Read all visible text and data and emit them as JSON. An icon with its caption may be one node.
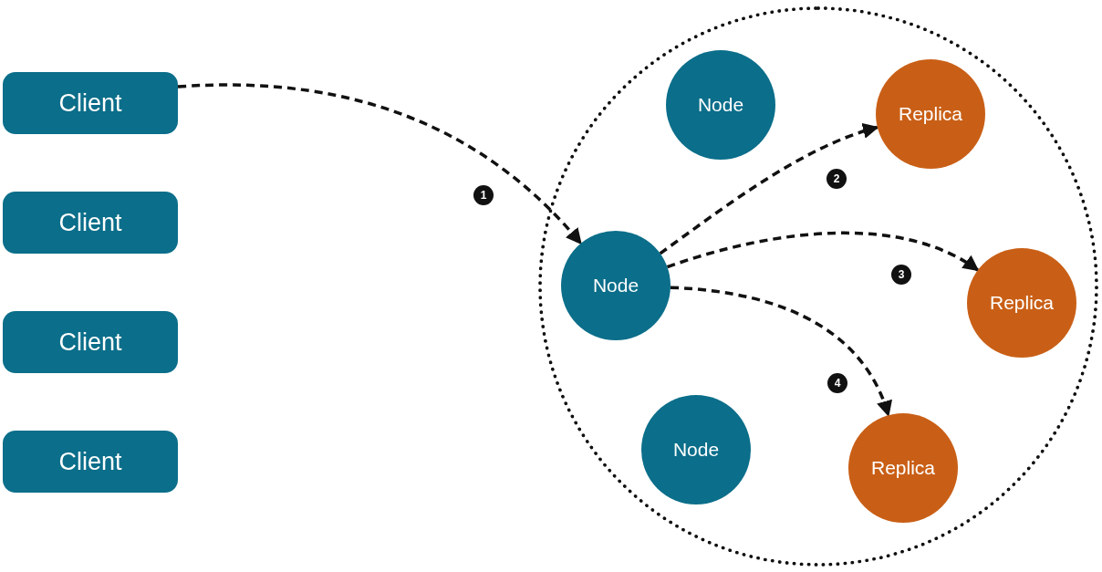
{
  "diagram": {
    "nodes": [
      {
        "text": [
          "Client"
        ]
      },
      {
        "text": [
          "Client"
        ]
      },
      {
        "text": [
          "Client"
        ]
      },
      {
        "text": [
          "Client"
        ]
      },
      {
        "text": [],
        "shape": "circle"
      },
      {
        "text": [
          "Node"
        ],
        "in": 4
      },
      {
        "text": [
          "Replica"
        ],
        "in": 4
      },
      {
        "text": [
          "Node"
        ],
        "in": 4
      },
      {
        "text": [
          "Replica"
        ],
        "in": 4
      },
      {
        "text": [
          "Node"
        ],
        "in": 4
      },
      {
        "text": [
          "Replica"
        ],
        "in": 4
      }
    ],
    "edges": [
      {
        "from": 0,
        "to": 7,
        "arrow": "to",
        "label": "1",
        "style": "dashed"
      },
      {
        "from": 7,
        "to": 6,
        "arrow": "to",
        "label": "2",
        "style": "dashed"
      },
      {
        "from": 7,
        "to": 8,
        "arrow": "to",
        "label": "3",
        "style": "dashed"
      },
      {
        "from": 7,
        "to": 10,
        "arrow": "to",
        "label": "4",
        "style": "dashed"
      }
    ]
  }
}
